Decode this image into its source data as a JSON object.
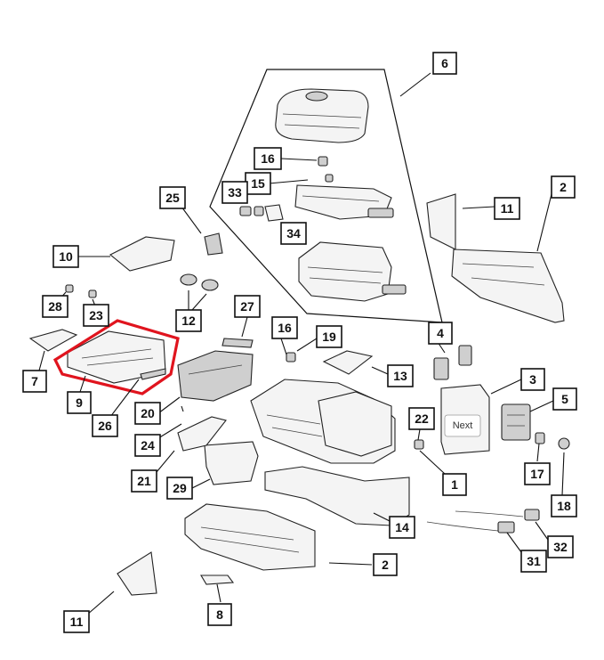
{
  "callouts": {
    "c1": "1",
    "c2a": "2",
    "c2b": "2",
    "c3": "3",
    "c4": "4",
    "c5": "5",
    "c6": "6",
    "c7": "7",
    "c8": "8",
    "c9": "9",
    "c10": "10",
    "c11a": "11",
    "c11b": "11",
    "c12": "12",
    "c13": "13",
    "c14": "14",
    "c15": "15",
    "c16a": "16",
    "c16b": "16",
    "c17": "17",
    "c18": "18",
    "c19": "19",
    "c20": "20",
    "c21": "21",
    "c22": "22",
    "c23": "23",
    "c24": "24",
    "c25": "25",
    "c26": "26",
    "c27": "27",
    "c28": "28",
    "c29": "29",
    "c31": "31",
    "c32": "32",
    "c33": "33",
    "c34": "34"
  },
  "overlay": {
    "next_label": "Next"
  },
  "highlight": {
    "color": "#e0141e",
    "part": "9"
  }
}
